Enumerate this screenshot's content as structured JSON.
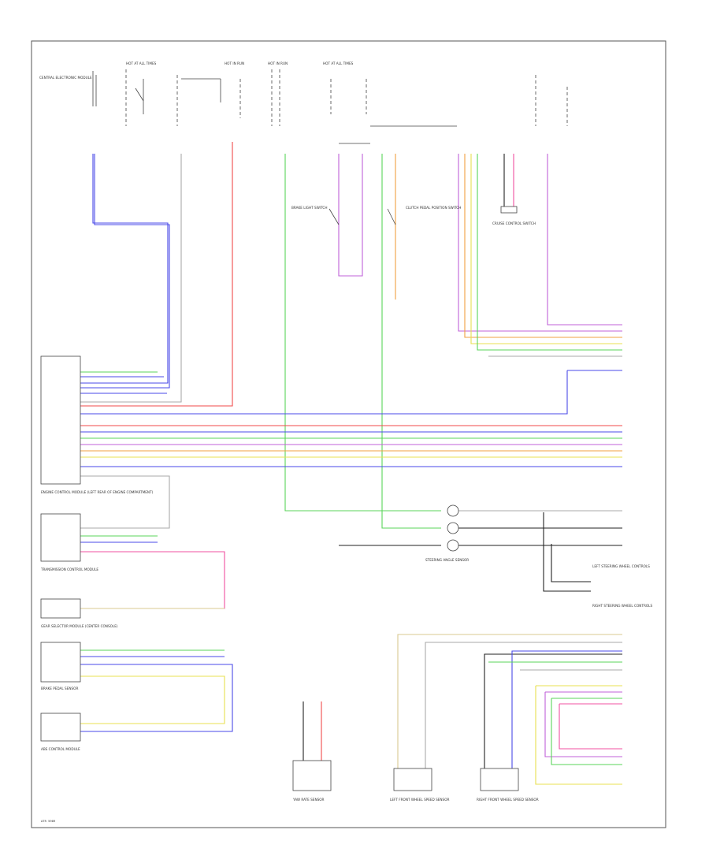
{
  "footer": {
    "code": "ATR 5989"
  },
  "colors": {
    "blue": "#4a4ae8",
    "red": "#f04a4a",
    "pink": "#f050a0",
    "green": "#5ad45a",
    "violet": "#c060d8",
    "yellow": "#e8e050",
    "orange": "#f0a040",
    "black": "#222222",
    "gray": "#aaaaaa",
    "tan": "#d8c890"
  },
  "components": {
    "ecm": "ENGINE CONTROL MODULE (LEFT REAR OF ENGINE COMPARTMENT)",
    "tcm": "TRANSMISSION CONTROL MODULE",
    "gear_selector": "GEAR SELECTOR MODULE (CENTER CONSOLE)",
    "brake_pedal_sensor": "BRAKE PEDAL SENSOR",
    "abs_module": "ABS CONTROL MODULE",
    "steering_angle_sensor": "STEERING ANGLE SENSOR",
    "cruise_switch": "CRUISE CONTROL SWITCH",
    "lf_speed_sensor": "LEFT FRONT WHEEL SPEED SENSOR",
    "rf_speed_sensor": "RIGHT FRONT WHEEL SPEED SENSOR",
    "yaw_sensor": "YAW RATE SENSOR",
    "lh_steering_ctrl": "LEFT STEERING WHEEL CONTROLS",
    "rh_steering_ctrl": "RIGHT STEERING WHEEL CONTROLS",
    "brake_light_switch": "BRAKE LIGHT SWITCH",
    "clutch_switch": "CLUTCH PEDAL POSITION SWITCH",
    "fuse_box_1": "HOT AT ALL TIMES",
    "fuse_box_2": "HOT IN RUN",
    "fuse_box_3": "HOT IN RUN",
    "fuse_box_4": "HOT AT ALL TIMES",
    "cem": "CENTRAL ELECTRONIC MODULE"
  }
}
